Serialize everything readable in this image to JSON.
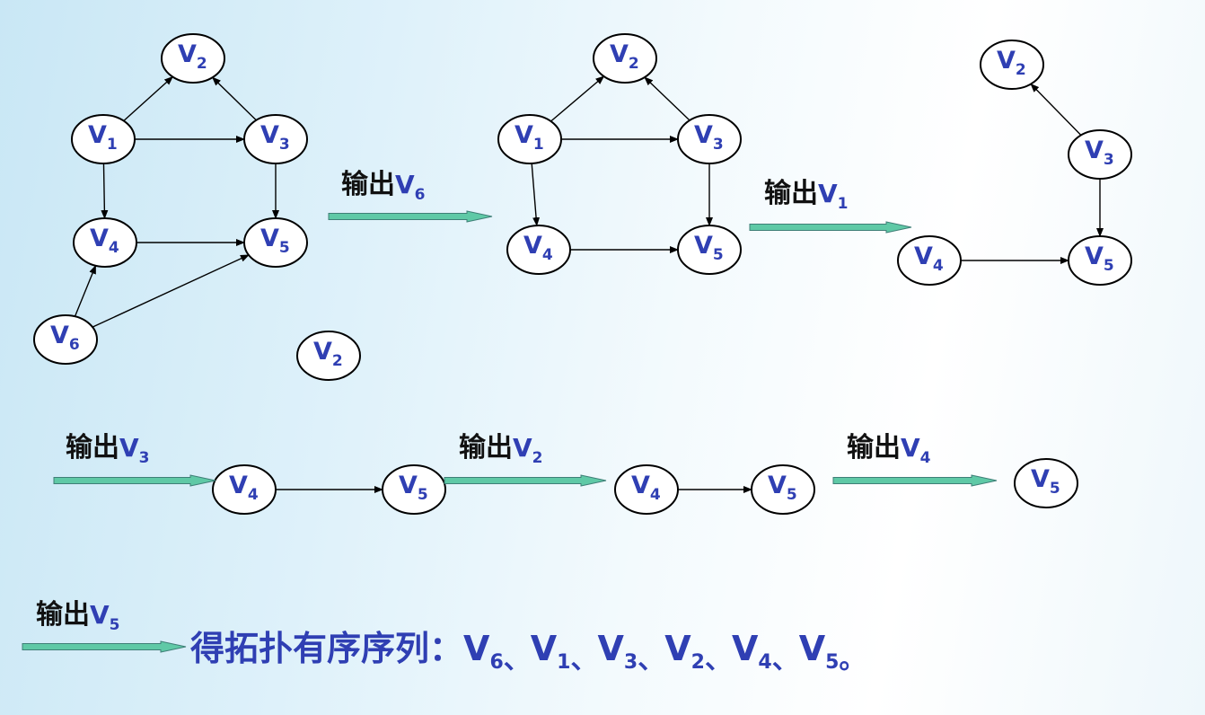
{
  "colors": {
    "node_text": "#2f3fb3",
    "node_stroke": "#000000",
    "node_fill": "#ffffff",
    "edge": "#000000",
    "label": "#111111",
    "step_arrow_fill": "#5fc9a6",
    "step_arrow_stroke": "#3f7f77",
    "result_text": "#2f3fb3"
  },
  "node_labels": {
    "v1": {
      "main": "V",
      "sub": "1"
    },
    "v2": {
      "main": "V",
      "sub": "2"
    },
    "v3": {
      "main": "V",
      "sub": "3"
    },
    "v4": {
      "main": "V",
      "sub": "4"
    },
    "v5": {
      "main": "V",
      "sub": "5"
    },
    "v6": {
      "main": "V",
      "sub": "6"
    }
  },
  "steps": [
    {
      "prefix": "输出",
      "main": "V",
      "sub": "6"
    },
    {
      "prefix": "输出",
      "main": "V",
      "sub": "1"
    },
    {
      "prefix": "输出",
      "main": "V",
      "sub": "3"
    },
    {
      "prefix": "输出",
      "main": "V",
      "sub": "2"
    },
    {
      "prefix": "输出",
      "main": "V",
      "sub": "4"
    },
    {
      "prefix": "输出",
      "main": "V",
      "sub": "5"
    }
  ],
  "graphs": [
    {
      "nodes": [
        "v1",
        "v2",
        "v3",
        "v4",
        "v5",
        "v6"
      ],
      "edges": [
        [
          "v1",
          "v2"
        ],
        [
          "v1",
          "v3"
        ],
        [
          "v3",
          "v2"
        ],
        [
          "v1",
          "v4"
        ],
        [
          "v3",
          "v5"
        ],
        [
          "v4",
          "v5"
        ],
        [
          "v6",
          "v4"
        ],
        [
          "v6",
          "v5"
        ]
      ]
    },
    {
      "nodes": [
        "v2"
      ],
      "edges": []
    },
    {
      "nodes": [
        "v1",
        "v2",
        "v3",
        "v4",
        "v5"
      ],
      "edges": [
        [
          "v1",
          "v2"
        ],
        [
          "v1",
          "v3"
        ],
        [
          "v3",
          "v2"
        ],
        [
          "v1",
          "v4"
        ],
        [
          "v3",
          "v5"
        ],
        [
          "v4",
          "v5"
        ]
      ]
    },
    {
      "nodes": [
        "v2",
        "v3",
        "v4",
        "v5"
      ],
      "edges": [
        [
          "v3",
          "v2"
        ],
        [
          "v3",
          "v5"
        ],
        [
          "v4",
          "v5"
        ]
      ]
    },
    {
      "nodes": [
        "v4",
        "v5"
      ],
      "edges": [
        [
          "v4",
          "v5"
        ]
      ]
    },
    {
      "nodes": [
        "v4",
        "v5"
      ],
      "edges": [
        [
          "v4",
          "v5"
        ]
      ]
    },
    {
      "nodes": [
        "v5"
      ],
      "edges": []
    }
  ],
  "result": {
    "prefix": "得拓扑有序序列：",
    "items": [
      {
        "main": "V",
        "sub": "6"
      },
      {
        "main": "V",
        "sub": "1"
      },
      {
        "main": "V",
        "sub": "3"
      },
      {
        "main": "V",
        "sub": "2"
      },
      {
        "main": "V",
        "sub": "4"
      },
      {
        "main": "V",
        "sub": "5"
      }
    ],
    "separator": "、",
    "end": "。"
  }
}
